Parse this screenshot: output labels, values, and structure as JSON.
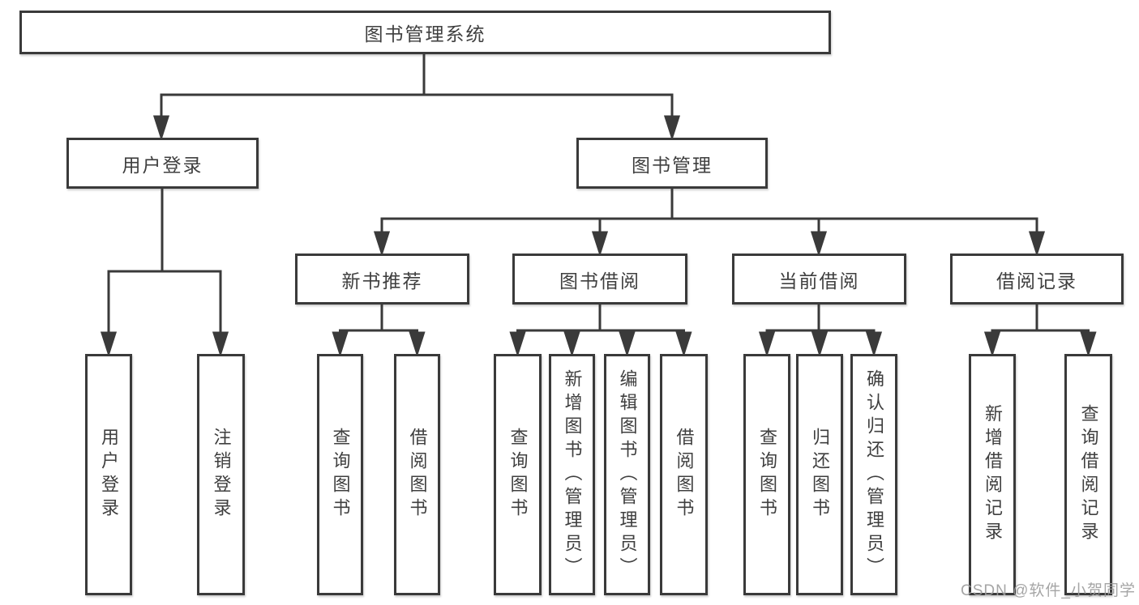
{
  "tree": {
    "label": "图书管理系统",
    "children": [
      {
        "label": "用户登录",
        "children": [
          {
            "label": "用户登录"
          },
          {
            "label": "注销登录"
          }
        ]
      },
      {
        "label": "图书管理",
        "children": [
          {
            "label": "新书推荐",
            "children": [
              {
                "label": "查询图书"
              },
              {
                "label": "借阅图书"
              }
            ]
          },
          {
            "label": "图书借阅",
            "children": [
              {
                "label": "查询图书"
              },
              {
                "label": "新增图书（管理员）"
              },
              {
                "label": "编辑图书（管理员）"
              },
              {
                "label": "借阅图书"
              }
            ]
          },
          {
            "label": "当前借阅",
            "children": [
              {
                "label": "查询图书"
              },
              {
                "label": "归还图书"
              },
              {
                "label": "确认归还（管理员）"
              }
            ]
          },
          {
            "label": "借阅记录",
            "children": [
              {
                "label": "新增借阅记录"
              },
              {
                "label": "查询借阅记录"
              }
            ]
          }
        ]
      }
    ]
  },
  "watermark": {
    "text": "CSDN @软件_小贺同学"
  },
  "colors": {
    "line": "#3a3a3a",
    "text": "#3f3f3f",
    "background": "#ffffff",
    "watermark": "#9c9c9c"
  }
}
